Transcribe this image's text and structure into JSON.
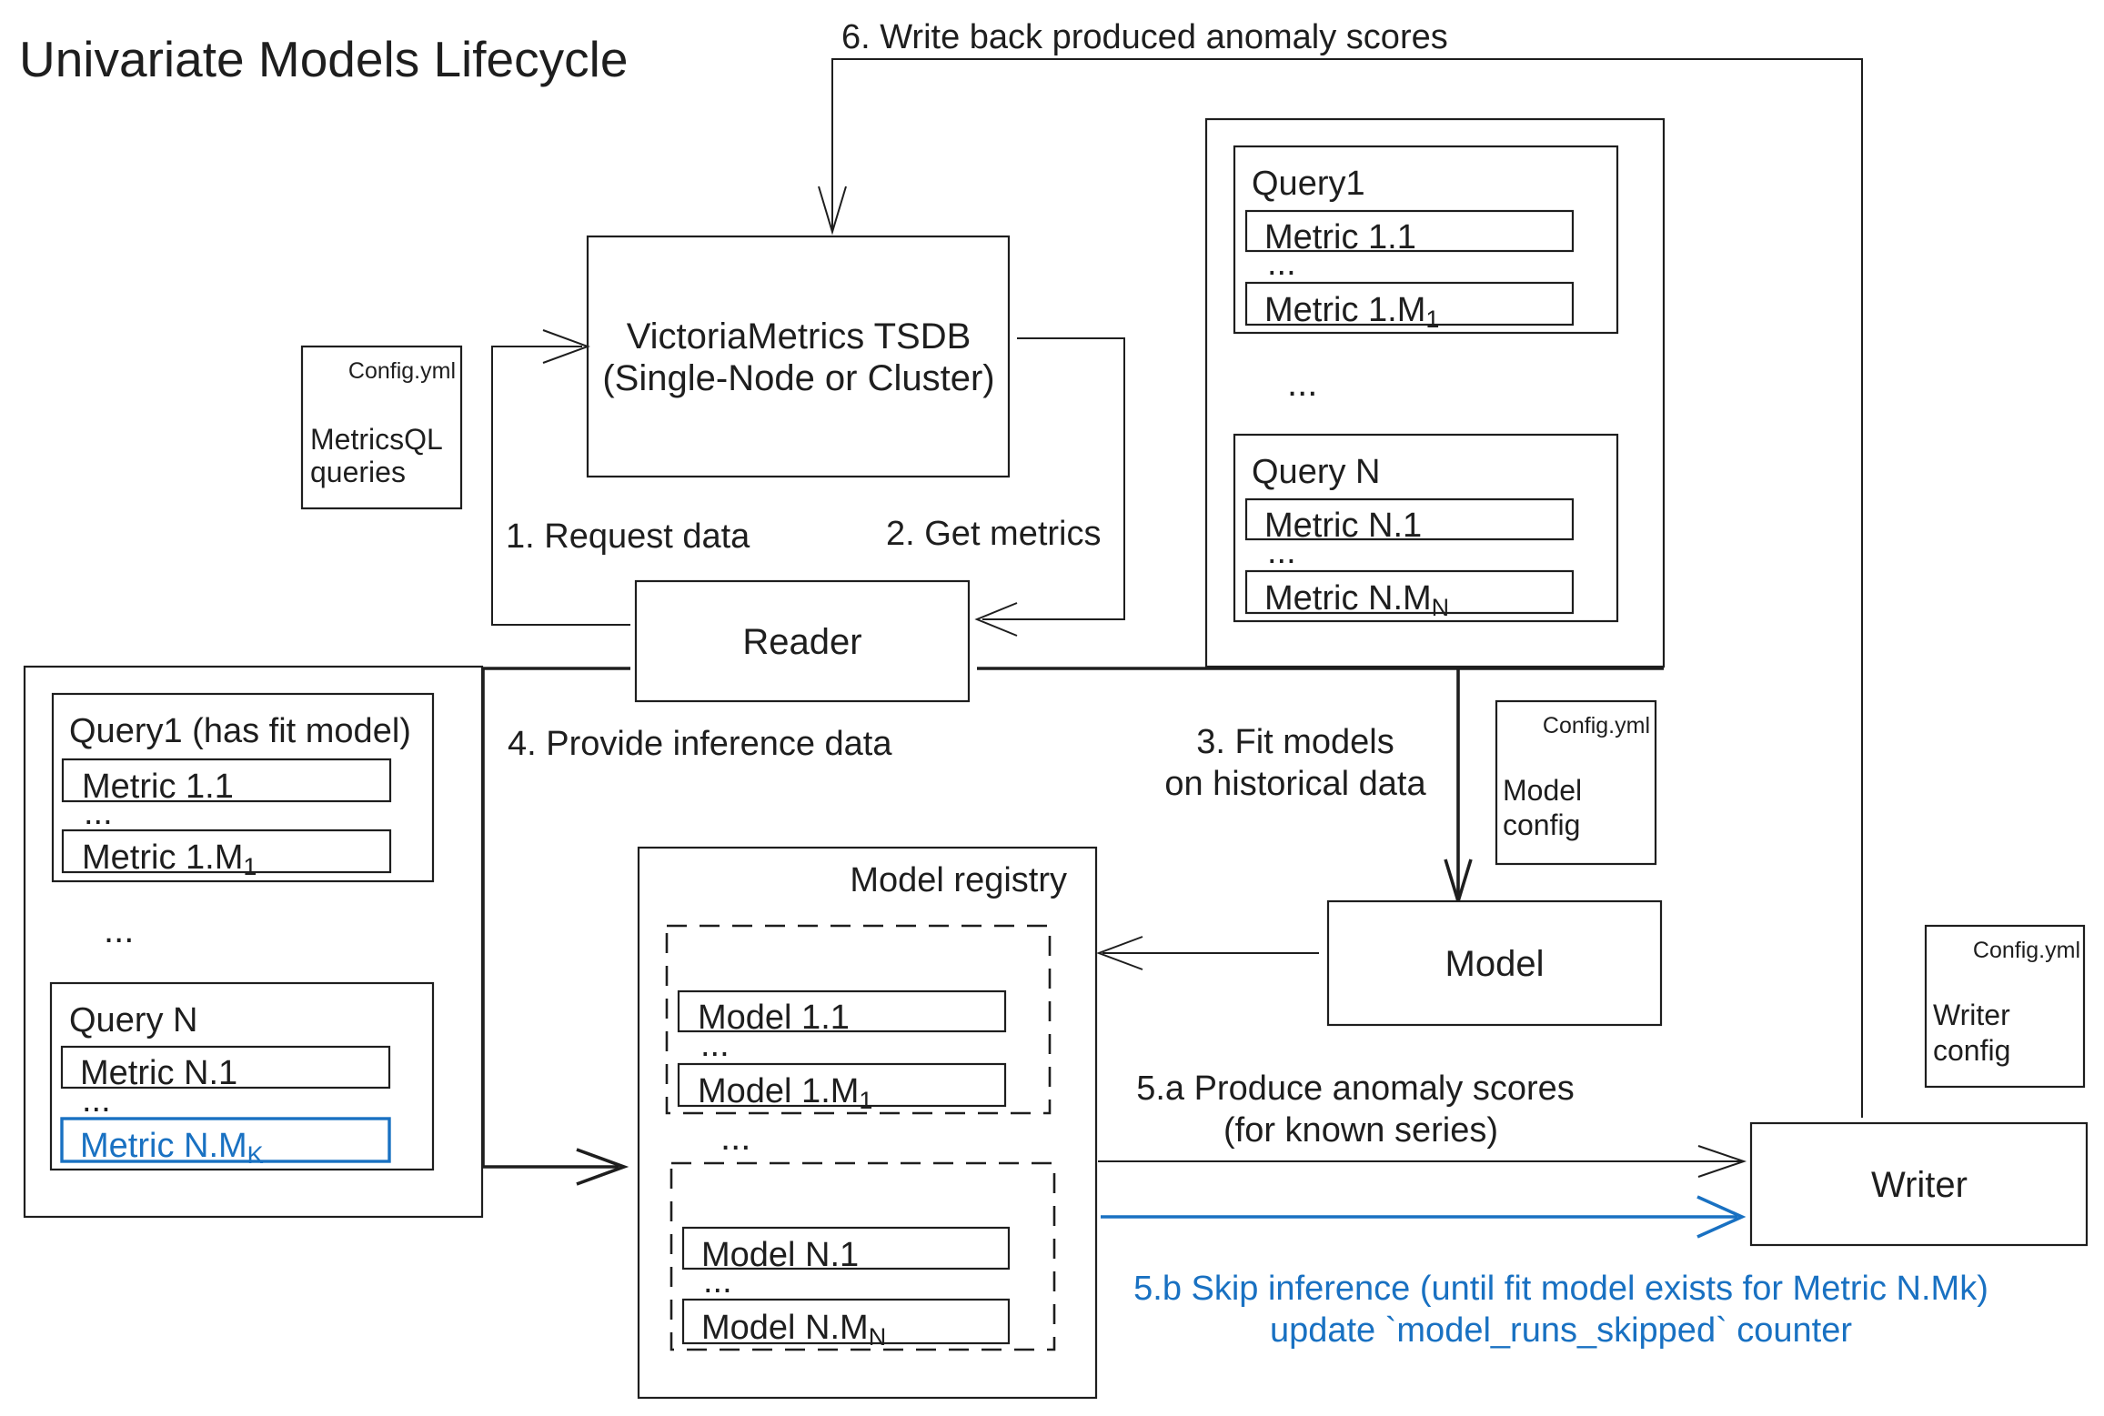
{
  "title": "Univariate Models Lifecycle",
  "colors": {
    "ink": "#1e1e1e",
    "accent": "#1971c2",
    "background": "#ffffff"
  },
  "components": {
    "tsdb": {
      "line1": "VictoriaMetrics TSDB",
      "line2": "(Single-Node or Cluster)"
    },
    "reader": "Reader",
    "model": "Model",
    "writer": "Writer",
    "model_registry": {
      "title": "Model registry",
      "groups": [
        {
          "items": [
            {
              "base": "Model 1.1",
              "sub": ""
            },
            {
              "base": "Model 1.M",
              "sub": "1"
            }
          ],
          "ellipsis": "..."
        },
        {
          "items": [
            {
              "base": "Model N.1",
              "sub": ""
            },
            {
              "base": "Model N.M",
              "sub": "N"
            }
          ],
          "ellipsis": "..."
        }
      ],
      "between_ellipsis": "..."
    }
  },
  "configs": {
    "reader": {
      "file": "Config.yml",
      "line1": "MetricsQL",
      "line2": "queries"
    },
    "model": {
      "file": "Config.yml",
      "line1": "Model",
      "line2": "config"
    },
    "writer": {
      "file": "Config.yml",
      "line1": "Writer",
      "line2": "config"
    }
  },
  "historical_queries": {
    "queries": [
      {
        "title": "Query1",
        "metrics": [
          {
            "base": "Metric 1.1",
            "sub": ""
          },
          {
            "base": "Metric 1.M",
            "sub": "1"
          }
        ],
        "ellipsis": "..."
      },
      {
        "title": "Query N",
        "metrics": [
          {
            "base": "Metric N.1",
            "sub": ""
          },
          {
            "base": "Metric N.M",
            "sub": "N"
          }
        ],
        "ellipsis": "..."
      }
    ],
    "between_ellipsis": "..."
  },
  "inference_queries": {
    "queries": [
      {
        "title": "Query1 (has fit model)",
        "metrics": [
          {
            "base": "Metric 1.1",
            "sub": ""
          },
          {
            "base": "Metric 1.M",
            "sub": "1"
          }
        ],
        "ellipsis": "..."
      },
      {
        "title": "Query N",
        "metrics": [
          {
            "base": "Metric N.1",
            "sub": ""
          },
          {
            "base": "Metric N.M",
            "sub": "K",
            "highlighted": true
          }
        ],
        "ellipsis": "..."
      }
    ],
    "between_ellipsis": "..."
  },
  "steps": {
    "s1": "1. Request data",
    "s2": "2. Get metrics",
    "s3_line1": "3. Fit models",
    "s3_line2": "on historical data",
    "s4": "4. Provide inference data",
    "s5a_line1": "5.a Produce anomaly scores",
    "s5a_line2": "(for known series)",
    "s5b_line1": "5.b Skip inference (until fit model exists for Metric N.Mk)",
    "s5b_line2": "update `model_runs_skipped` counter",
    "s6": "6. Write back produced anomaly scores"
  }
}
